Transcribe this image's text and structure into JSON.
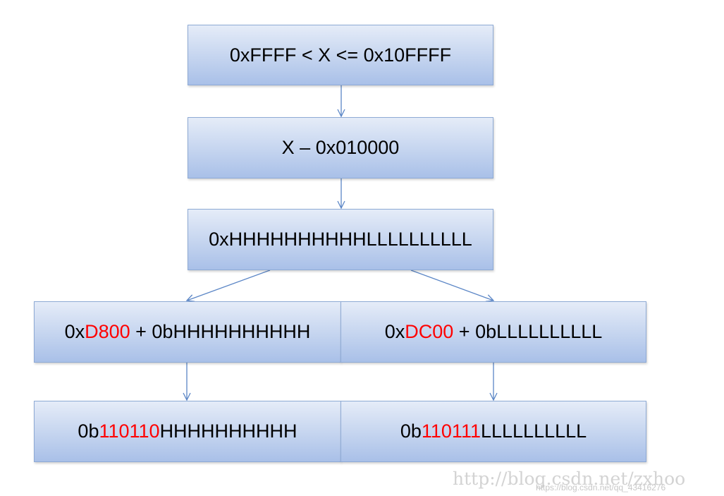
{
  "boxes": {
    "range": "0xFFFF < X <= 0x10FFFF",
    "subtract": "X – 0x010000",
    "bits": "0xHHHHHHHHHHLLLLLLLLLL",
    "high_calc": {
      "prefix": "0x",
      "hex": "D800",
      "suffix": " + 0bHHHHHHHHHH"
    },
    "low_calc": {
      "prefix": "0x",
      "hex": "DC00",
      "suffix": " + 0bLLLLLLLLLL"
    },
    "high_result": {
      "prefix": "0b",
      "bits": "110110",
      "suffix": "HHHHHHHHHH"
    },
    "low_result": {
      "prefix": "0b",
      "bits": "110111",
      "suffix": "LLLLLLLLLL"
    }
  },
  "watermark": {
    "main": "http://blog.csdn.net/zxhoo",
    "small": "https://blog.csdn.net/qq_43416276"
  },
  "colors": {
    "highlight": "#ff0000",
    "arrow": "#5b86c6",
    "box_border": "#8eaad5"
  }
}
